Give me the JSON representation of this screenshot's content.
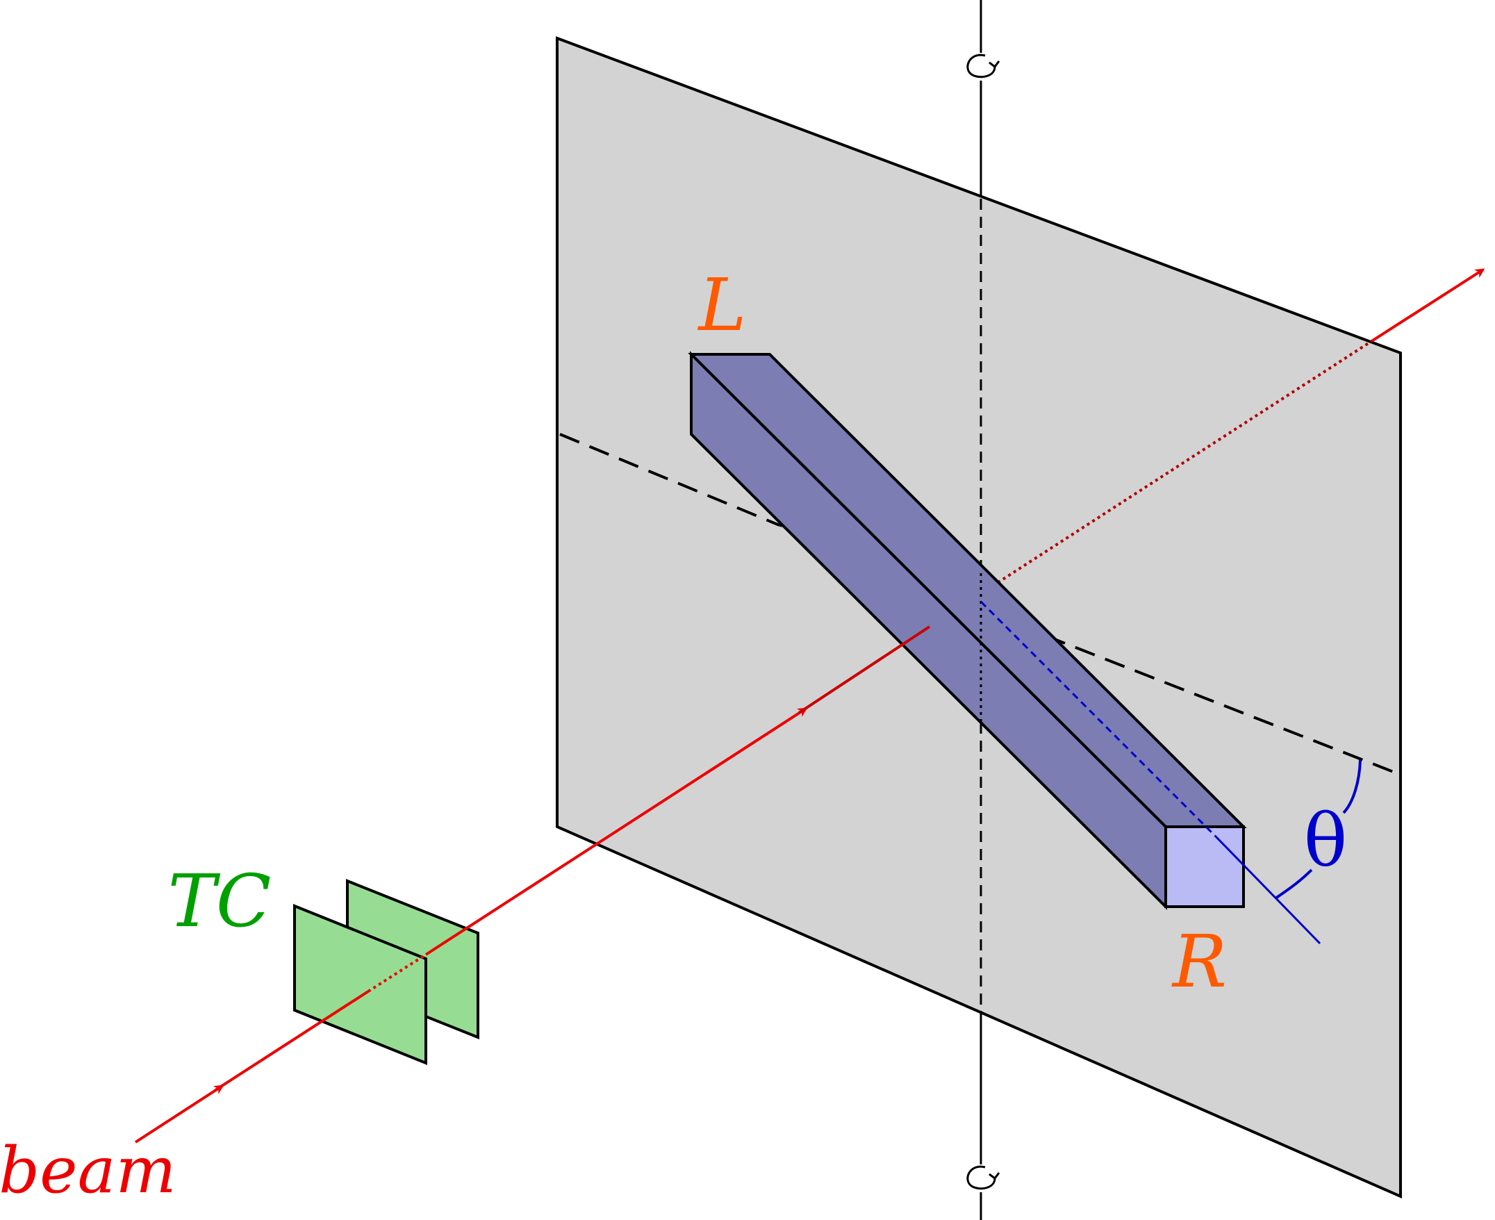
{
  "labels": {
    "left_end": "L",
    "right_end": "R",
    "counter": "TC",
    "beam": "beam",
    "angle": "θ"
  },
  "colors": {
    "plane_fill": "#d3d3d3",
    "bar_face": "#7b7db3",
    "bar_end": "#babaf5",
    "counter_fill": "#96dd93",
    "beam": "#ee0000",
    "angle": "#0000cc",
    "bar_labels": "#ff5a00",
    "counter_label": "#00a000",
    "outline": "#000000"
  },
  "icons": {
    "rotation_top": "rotation-arrow-icon",
    "rotation_bottom": "rotation-arrow-icon"
  }
}
